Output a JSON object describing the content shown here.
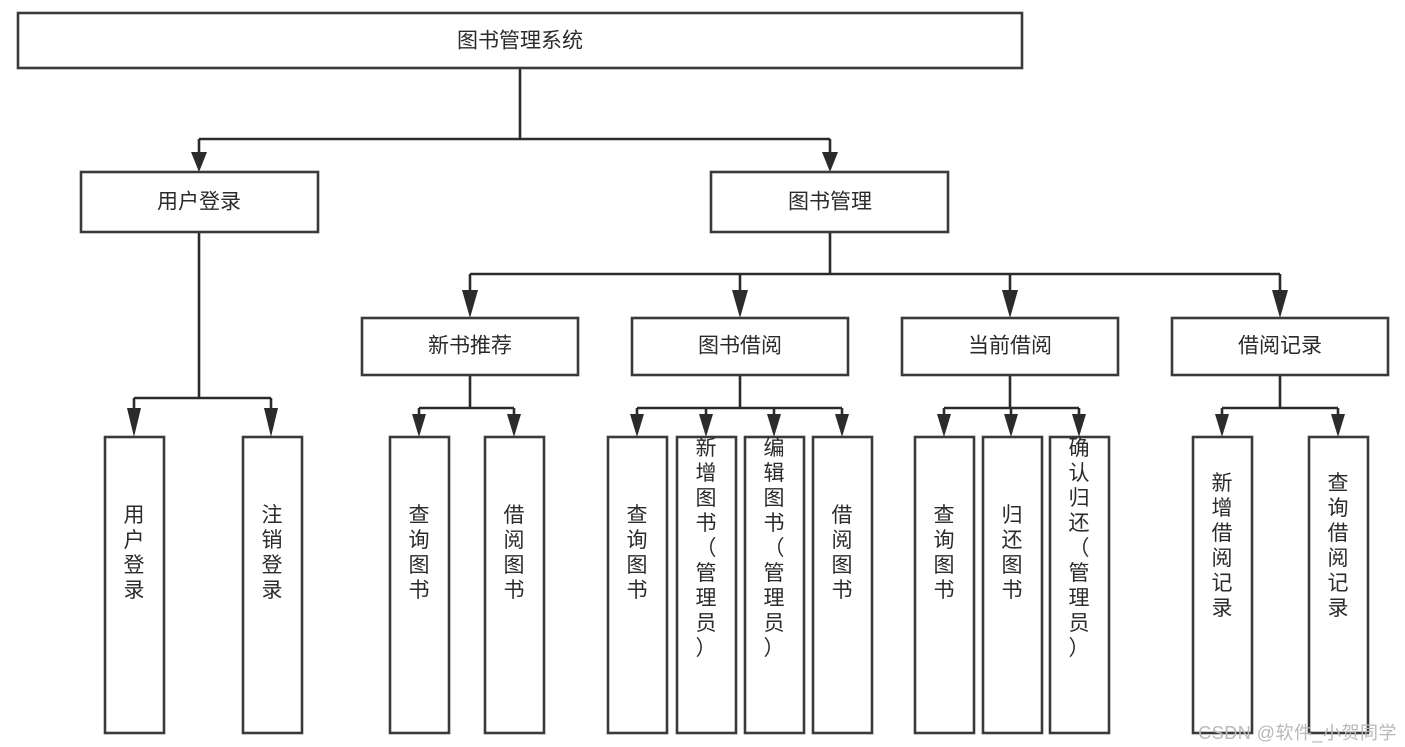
{
  "diagram": {
    "title": "图书管理系统",
    "type": "tree-hierarchy-diagram",
    "colors": {
      "box_stroke": "#3a3a3a",
      "box_fill": "#ffffff",
      "connector": "#2b2b2b",
      "text": "#2b2b2b",
      "background": "#ffffff",
      "watermark": "#b9b9b9"
    },
    "levels": {
      "root": {
        "label": "图书管理系统"
      },
      "level2": [
        {
          "id": "user-login",
          "label": "用户登录"
        },
        {
          "id": "book-management",
          "label": "图书管理"
        }
      ],
      "level3": [
        {
          "id": "new-book-recommend",
          "label": "新书推荐"
        },
        {
          "id": "book-borrow",
          "label": "图书借阅"
        },
        {
          "id": "current-borrow",
          "label": "当前借阅"
        },
        {
          "id": "borrow-record",
          "label": "借阅记录"
        }
      ],
      "leaves": {
        "user_login": [
          {
            "id": "leaf-user-login",
            "label": "用户登录"
          },
          {
            "id": "leaf-logout-login",
            "label": "注销登录"
          }
        ],
        "new_book_recommend": [
          {
            "id": "leaf-query-book-1",
            "label": "查询图书"
          },
          {
            "id": "leaf-borrow-book-1",
            "label": "借阅图书"
          }
        ],
        "book_borrow": [
          {
            "id": "leaf-query-book-2",
            "label": "查询图书"
          },
          {
            "id": "leaf-add-book",
            "label": "新增图书（管理员）"
          },
          {
            "id": "leaf-edit-book",
            "label": "编辑图书（管理员）"
          },
          {
            "id": "leaf-borrow-book-2",
            "label": "借阅图书"
          }
        ],
        "current_borrow": [
          {
            "id": "leaf-query-book-3",
            "label": "查询图书"
          },
          {
            "id": "leaf-return-book",
            "label": "归还图书"
          },
          {
            "id": "leaf-confirm-return",
            "label": "确认归还（管理员）"
          }
        ],
        "borrow_record": [
          {
            "id": "leaf-add-record",
            "label": "新增借阅记录"
          },
          {
            "id": "leaf-query-record",
            "label": "查询借阅记录"
          }
        ]
      }
    },
    "watermark": "CSDN @软件_小贺同学"
  }
}
